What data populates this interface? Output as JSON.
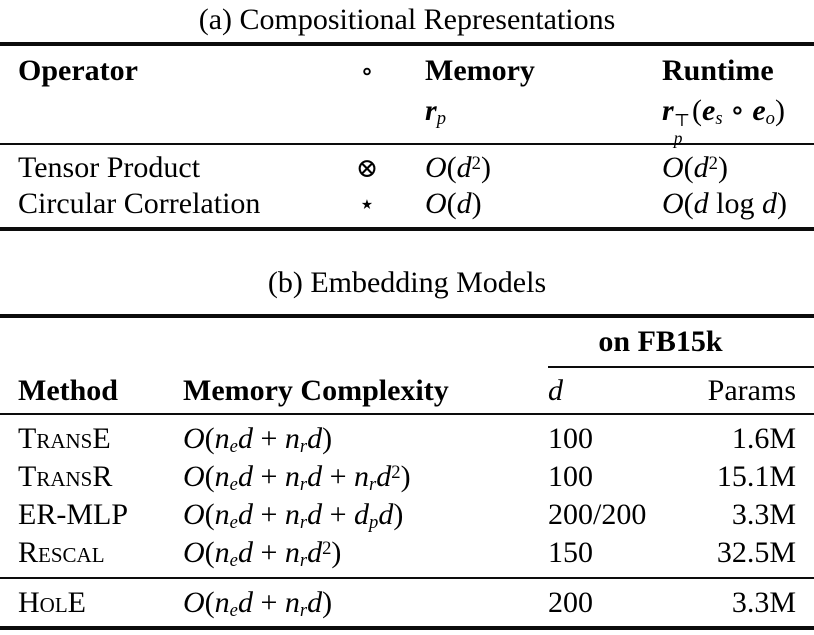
{
  "table_a": {
    "caption": "(a) Compositional Representations",
    "headers": {
      "operator": "Operator",
      "op_symbol": "∘",
      "memory": "Memory",
      "runtime": "Runtime",
      "memory_sub": [
        {
          "t": "r",
          "bi": true
        },
        {
          "t": "p",
          "sub": true,
          "i": true
        }
      ],
      "runtime_sub": [
        {
          "t": "r",
          "bi": true
        },
        {
          "stack": {
            "sup": "⊤",
            "sub": "p"
          }
        },
        {
          "t": "("
        },
        {
          "t": "e",
          "bi": true
        },
        {
          "t": "s",
          "sub": true,
          "i": true
        },
        {
          "t": " ∘ "
        },
        {
          "t": "e",
          "bi": true
        },
        {
          "t": "o",
          "sub": true,
          "i": true
        },
        {
          "t": ")"
        }
      ]
    },
    "rows": [
      {
        "operator": "Tensor Product",
        "symbol": "⊗",
        "memory": [
          {
            "t": "O",
            "i": true
          },
          {
            "t": "("
          },
          {
            "t": "d",
            "i": true
          },
          {
            "t": "2",
            "sup": true
          },
          {
            "t": ")"
          }
        ],
        "runtime": [
          {
            "t": "O",
            "i": true
          },
          {
            "t": "("
          },
          {
            "t": "d",
            "i": true
          },
          {
            "t": "2",
            "sup": true
          },
          {
            "t": ")"
          }
        ]
      },
      {
        "operator": "Circular Correlation",
        "symbol": "⋆",
        "memory": [
          {
            "t": "O",
            "i": true
          },
          {
            "t": "("
          },
          {
            "t": "d",
            "i": true
          },
          {
            "t": ")"
          }
        ],
        "runtime": [
          {
            "t": "O",
            "i": true
          },
          {
            "t": "("
          },
          {
            "t": "d",
            "i": true
          },
          {
            "t": " log "
          },
          {
            "t": "d",
            "i": true
          },
          {
            "t": ")"
          }
        ]
      }
    ]
  },
  "table_b": {
    "caption": "(b) Embedding Models",
    "group_header": "on FB15k",
    "headers": {
      "method": "Method",
      "memory": "Memory Complexity",
      "d": "d",
      "params": "Params"
    },
    "rows": [
      {
        "method": "TransE",
        "memory": [
          {
            "t": "O",
            "i": true
          },
          {
            "t": "("
          },
          {
            "t": "n",
            "i": true
          },
          {
            "t": "e",
            "sub": true,
            "i": true
          },
          {
            "t": "d",
            "i": true
          },
          {
            "t": " + "
          },
          {
            "t": "n",
            "i": true
          },
          {
            "t": "r",
            "sub": true,
            "i": true
          },
          {
            "t": "d",
            "i": true
          },
          {
            "t": ")"
          }
        ],
        "d": "100",
        "params": "1.6M"
      },
      {
        "method": "TransR",
        "memory": [
          {
            "t": "O",
            "i": true
          },
          {
            "t": "("
          },
          {
            "t": "n",
            "i": true
          },
          {
            "t": "e",
            "sub": true,
            "i": true
          },
          {
            "t": "d",
            "i": true
          },
          {
            "t": " + "
          },
          {
            "t": "n",
            "i": true
          },
          {
            "t": "r",
            "sub": true,
            "i": true
          },
          {
            "t": "d",
            "i": true
          },
          {
            "t": " + "
          },
          {
            "t": "n",
            "i": true
          },
          {
            "t": "r",
            "sub": true,
            "i": true
          },
          {
            "t": "d",
            "i": true
          },
          {
            "t": "2",
            "sup": true
          },
          {
            "t": ")"
          }
        ],
        "d": "100",
        "params": "15.1M"
      },
      {
        "method": "ER-MLP",
        "memory": [
          {
            "t": "O",
            "i": true
          },
          {
            "t": "("
          },
          {
            "t": "n",
            "i": true
          },
          {
            "t": "e",
            "sub": true,
            "i": true
          },
          {
            "t": "d",
            "i": true
          },
          {
            "t": " + "
          },
          {
            "t": "n",
            "i": true
          },
          {
            "t": "r",
            "sub": true,
            "i": true
          },
          {
            "t": "d",
            "i": true
          },
          {
            "t": " + "
          },
          {
            "t": "d",
            "i": true
          },
          {
            "t": "p",
            "sub": true,
            "i": true
          },
          {
            "t": "d",
            "i": true
          },
          {
            "t": ")"
          }
        ],
        "d": "200/200",
        "params": "3.3M"
      },
      {
        "method": "Rescal",
        "memory": [
          {
            "t": "O",
            "i": true
          },
          {
            "t": "("
          },
          {
            "t": "n",
            "i": true
          },
          {
            "t": "e",
            "sub": true,
            "i": true
          },
          {
            "t": "d",
            "i": true
          },
          {
            "t": " + "
          },
          {
            "t": "n",
            "i": true
          },
          {
            "t": "r",
            "sub": true,
            "i": true
          },
          {
            "t": "d",
            "i": true
          },
          {
            "t": "2",
            "sup": true
          },
          {
            "t": ")"
          }
        ],
        "d": "150",
        "params": "32.5M"
      }
    ],
    "footer_rows": [
      {
        "method": "HolE",
        "memory": [
          {
            "t": "O",
            "i": true
          },
          {
            "t": "("
          },
          {
            "t": "n",
            "i": true
          },
          {
            "t": "e",
            "sub": true,
            "i": true
          },
          {
            "t": "d",
            "i": true
          },
          {
            "t": " + "
          },
          {
            "t": "n",
            "i": true
          },
          {
            "t": "r",
            "sub": true,
            "i": true
          },
          {
            "t": "d",
            "i": true
          },
          {
            "t": ")"
          }
        ],
        "d": "200",
        "params": "3.3M"
      }
    ]
  }
}
